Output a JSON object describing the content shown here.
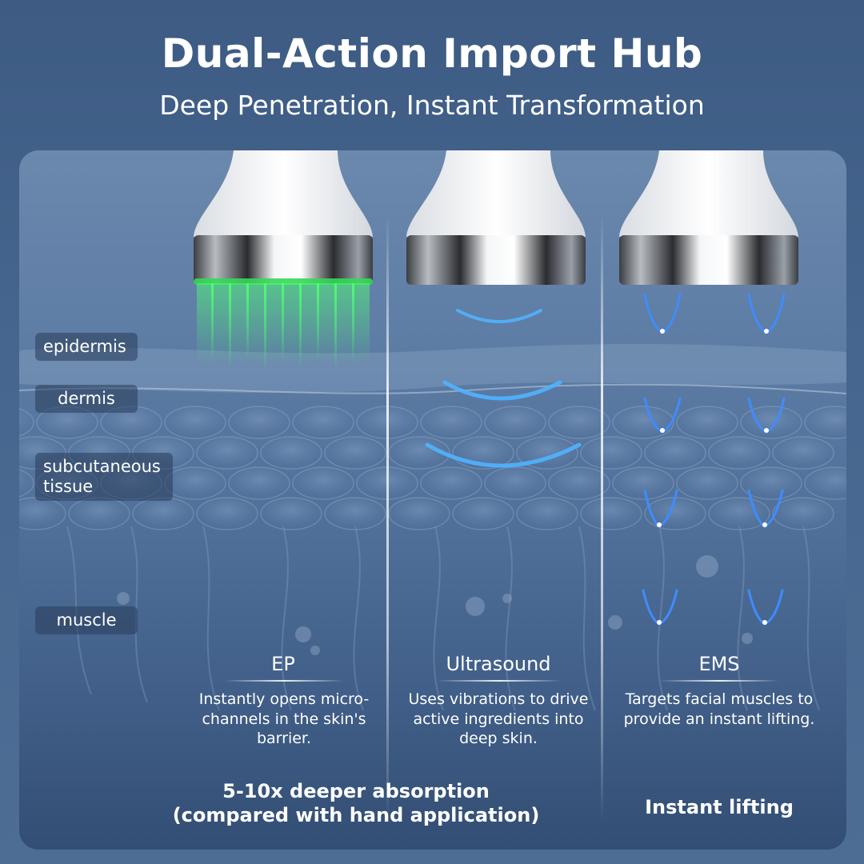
{
  "header": {
    "title": "Dual-Action Import Hub",
    "subtitle": "Deep Penetration, Instant Transformation"
  },
  "layers": [
    {
      "label": "epidermis"
    },
    {
      "label": "dermis"
    },
    {
      "label": "subcutaneous tissue"
    },
    {
      "label": "muscle"
    }
  ],
  "columns": [
    {
      "title": "EP",
      "description": "Instantly opens micro-channels in the skin's barrier.",
      "glow_color": "#3cff6a"
    },
    {
      "title": "Ultrasound",
      "description": "Uses vibrations to drive active ingredients into deep skin.",
      "glow_color": "#2f9bff"
    },
    {
      "title": "EMS",
      "description": "Targets facial muscles to provide an instant lifting.",
      "glow_color": "#2f7bff"
    }
  ],
  "footer": {
    "absorption": "5-10x deeper absorption (compared with hand application)",
    "lifting": "Instant lifting"
  }
}
